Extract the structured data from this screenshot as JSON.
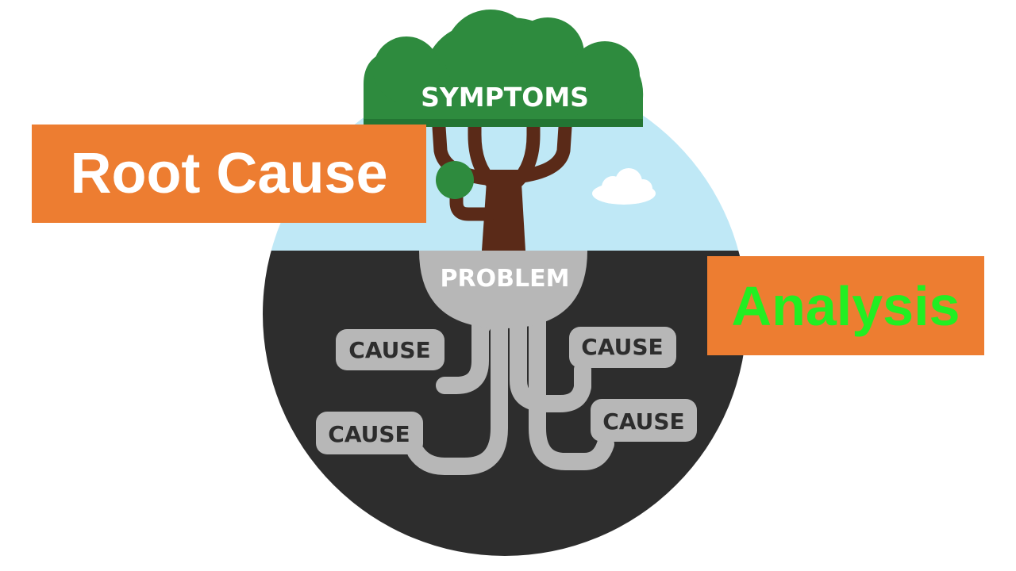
{
  "title": {
    "line1": "Root Cause",
    "line2": "Analysis"
  },
  "diagram": {
    "symptoms_label": "SYMPTOMS",
    "problem_label": "PROBLEM",
    "cause_labels": [
      "CAUSE",
      "CAUSE",
      "CAUSE",
      "CAUSE"
    ]
  },
  "colors": {
    "title_box": "#ed7d31",
    "title_line1_text": "#ffffff",
    "title_line2_text": "#22ee22",
    "foliage": "#2e8b3e",
    "foliage_dark": "#237533",
    "trunk": "#5a2a18",
    "sky": "#bfe8f6",
    "ground": "#2d2d2d",
    "root": "#b7b7b7",
    "root_text": "#2d2d2d",
    "label_text": "#ffffff"
  }
}
